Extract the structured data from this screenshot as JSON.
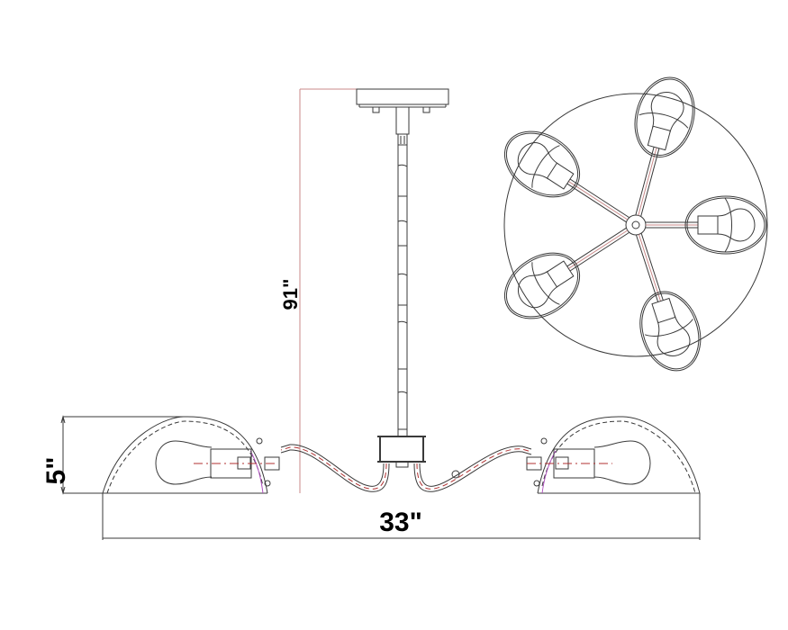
{
  "drawing": {
    "title": "Pendant chandelier dimension drawing",
    "views": [
      "side-elevation",
      "top-plan"
    ],
    "colors": {
      "line": "#3a3a3a",
      "dimension_line": "#c98a8a",
      "center_line": "#b03030",
      "arm_highlight": "#b050c0"
    }
  },
  "dimensions": {
    "overall_height": "91\"",
    "fixture_height": "5\"",
    "width": "33\""
  },
  "top_view": {
    "arm_count": 5
  }
}
